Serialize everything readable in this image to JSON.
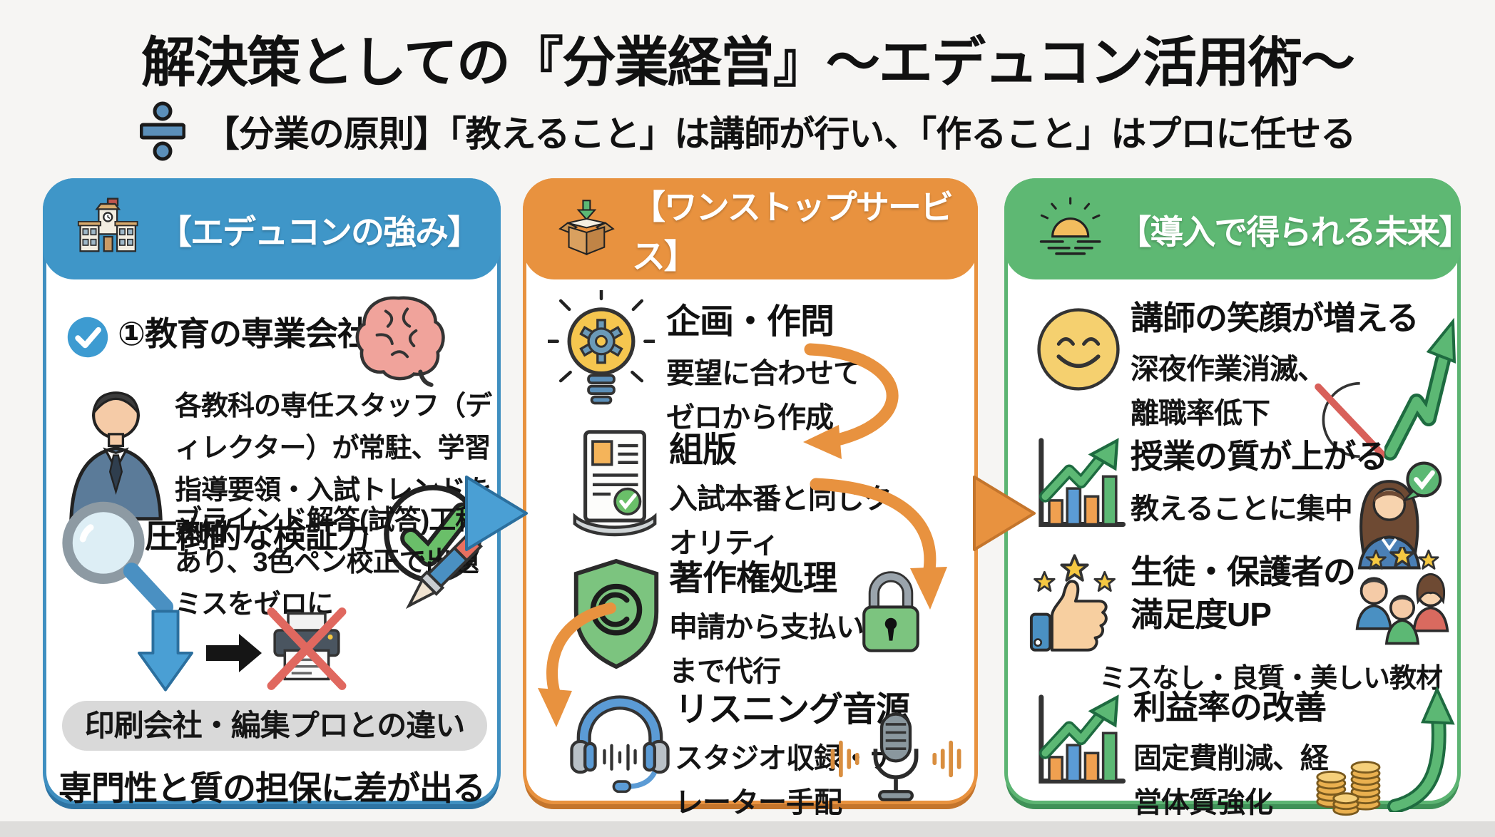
{
  "page": {
    "title": "解決策としての『分業経営』～エデュコン活用術～",
    "subtitle": "【分業の原則】「教えること」は講師が行い、「作ること」はプロに任せる",
    "subtitle_icon": "division-icon",
    "colors": {
      "blue_accent": "#3f96c8",
      "orange_accent": "#e8923f",
      "green_accent": "#5eb873",
      "pill_gray": "#d9d9d9"
    }
  },
  "columns": {
    "strengths": {
      "header": {
        "icon": "school-icon",
        "label": "【エデュコンの強み】",
        "color": "#3f96c8"
      },
      "items": [
        {
          "bullet_icon": "check-circle-icon",
          "title": "①教育の専業会社",
          "side_icon": "brain-icon",
          "desc_icon": "director-avatar-icon",
          "desc": "各教科の専任スタッフ（ディレクター）が常駐、学習指導要領・入試トレンドを熟知"
        },
        {
          "bullet_icon": "check-circle-icon",
          "title": "②圧倒的な検証力",
          "side_icon": "check-mark-icon",
          "desc_icon": "magnifier-icon",
          "desc_side_icon": "pen-icon",
          "desc": "ブラインド解答(試答)工程あり、3色ペン校正で出題ミスをゼロに"
        }
      ],
      "flow_icons": [
        "down-arrow-icon",
        "right-arrow-icon",
        "printer-crossed-icon"
      ],
      "pill": "印刷会社・編集プロとの違い",
      "note": "専門性と質の担保に差が出る"
    },
    "services": {
      "header": {
        "icon": "open-box-icon",
        "label": "【ワンストップサービス】",
        "color": "#e8923f"
      },
      "items": [
        {
          "icon": "lightbulb-gear-icon",
          "title": "企画・作問",
          "desc": "要望に合わせてゼロから作成"
        },
        {
          "icon": "document-check-icon",
          "title": "組版",
          "desc": "入試本番と同じクオリティ"
        },
        {
          "icon": "copyright-shield-icon",
          "title": "著作権処理",
          "desc": "申請から支払いまで代行",
          "side_icon": "padlock-icon"
        },
        {
          "icon": "headphones-icon",
          "title": "リスニング音源",
          "desc": "スタジオ収録・ナレーター手配",
          "side_icon": "microphone-icon"
        }
      ],
      "connector_icons": [
        "curved-arrow-right-down",
        "curved-arrow-down",
        "curved-arrow-left-down"
      ]
    },
    "future": {
      "header": {
        "icon": "sunrise-icon",
        "label": "【導入で得られる未来】",
        "color": "#5eb873"
      },
      "items": [
        {
          "icon": "smiley-icon",
          "title": "講師の笑顔が増える",
          "desc": "深夜作業消滅、離職率低下",
          "side_icons": [
            "moon-crossed-icon",
            "zigzag-up-arrow-icon"
          ]
        },
        {
          "icon": "bar-chart-icon",
          "title": "授業の質が上がる",
          "desc": "教えることに集中",
          "side_icons": [
            "teacher-check-icon"
          ]
        },
        {
          "icon": "thumbs-up-stars-icon",
          "title": "生徒・保護者の満足度UP",
          "desc": "ミスなし・良質・美しい教材",
          "side_icons": [
            "family-stars-icon"
          ]
        },
        {
          "icon": "bar-chart-icon",
          "title": "利益率の改善",
          "desc": "固定費削減、経営体質強化",
          "side_icons": [
            "coins-icon",
            "curved-up-arrow-icon"
          ]
        }
      ]
    }
  },
  "flow": {
    "left_to_middle_icon": "blue-right-flow-arrow",
    "middle_to_right_icon": "orange-right-flow-arrow"
  }
}
